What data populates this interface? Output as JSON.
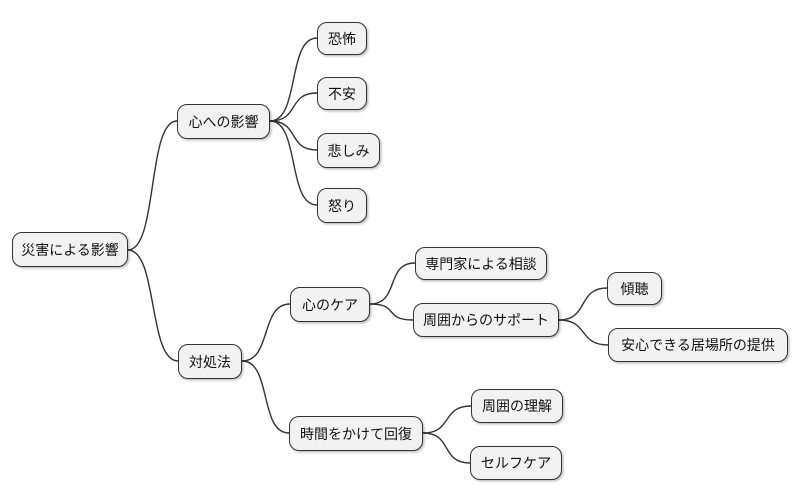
{
  "diagram": {
    "type": "mindmap",
    "background_color": "#ffffff",
    "node_style": {
      "fill": "#f2f2f2",
      "border_color": "#333333",
      "text_color": "#111111",
      "edge_color": "#333333"
    },
    "root": {
      "id": "root",
      "label": "災害による影響",
      "children": [
        {
          "id": "mental-impact",
          "label": "心への影響",
          "children": [
            {
              "id": "fear",
              "label": "恐怖",
              "children": []
            },
            {
              "id": "anxiety",
              "label": "不安",
              "children": []
            },
            {
              "id": "sadness",
              "label": "悲しみ",
              "children": []
            },
            {
              "id": "anger",
              "label": "怒り",
              "children": []
            }
          ]
        },
        {
          "id": "coping-methods",
          "label": "対処法",
          "children": [
            {
              "id": "mental-care",
              "label": "心のケア",
              "children": [
                {
                  "id": "expert-consultation",
                  "label": "専門家による相談",
                  "children": []
                },
                {
                  "id": "support-from-others",
                  "label": "周囲からのサポート",
                  "children": [
                    {
                      "id": "listening",
                      "label": "傾聴",
                      "children": []
                    },
                    {
                      "id": "safe-place",
                      "label": "安心できる居場所の提供",
                      "children": []
                    }
                  ]
                }
              ]
            },
            {
              "id": "time-recovery",
              "label": "時間をかけて回復",
              "children": [
                {
                  "id": "understanding-from-others",
                  "label": "周囲の理解",
                  "children": []
                },
                {
                  "id": "self-care",
                  "label": "セルフケア",
                  "children": []
                }
              ]
            }
          ]
        }
      ]
    },
    "edges": [
      [
        "root",
        "mental-impact"
      ],
      [
        "root",
        "coping-methods"
      ],
      [
        "mental-impact",
        "fear"
      ],
      [
        "mental-impact",
        "anxiety"
      ],
      [
        "mental-impact",
        "sadness"
      ],
      [
        "mental-impact",
        "anger"
      ],
      [
        "coping-methods",
        "mental-care"
      ],
      [
        "coping-methods",
        "time-recovery"
      ],
      [
        "mental-care",
        "expert-consultation"
      ],
      [
        "mental-care",
        "support-from-others"
      ],
      [
        "support-from-others",
        "listening"
      ],
      [
        "support-from-others",
        "safe-place"
      ],
      [
        "time-recovery",
        "understanding-from-others"
      ],
      [
        "time-recovery",
        "self-care"
      ]
    ]
  }
}
